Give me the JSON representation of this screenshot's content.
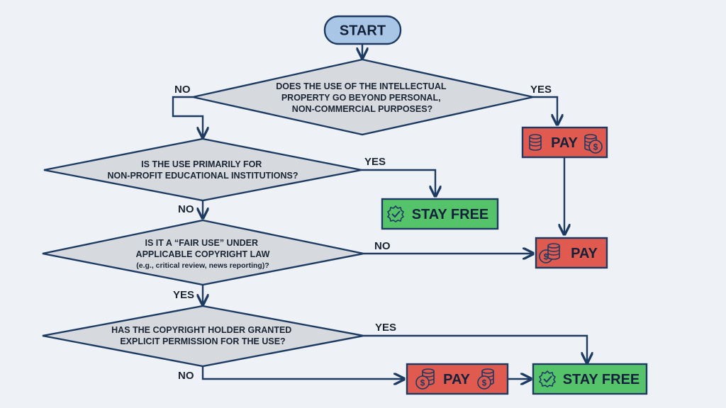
{
  "start": {
    "label": "START"
  },
  "questions": [
    {
      "lines": [
        "DOES THE USE OF THE INTELLECTUAL",
        "PROPERTY GO BEYOND PERSONAL,",
        "NON-COMMERCIAL PURPOSES?"
      ],
      "note": ""
    },
    {
      "lines": [
        "IS THE USE PRIMARILY FOR",
        "NON-PROFIT EDUCATIONAL INSTITUTIONS?"
      ],
      "note": ""
    },
    {
      "lines": [
        "IS IT A “FAIR USE” UNDER",
        "APPLICABLE COPYRIGHT LAW"
      ],
      "note": "(e.g., critical review, news reporting)?"
    },
    {
      "lines": [
        "HAS THE COPYRIGHT HOLDER GRANTED",
        "EXPLICIT PERMISSION FOR THE USE?"
      ],
      "note": ""
    }
  ],
  "edge_labels": {
    "q1_no": "NO",
    "q1_yes": "YES",
    "q2_yes": "YES",
    "q2_no": "NO",
    "q3_no": "NO",
    "q3_yes": "YES",
    "q4_yes": "YES",
    "q4_no": "NO"
  },
  "outcomes": {
    "pay_top": "PAY",
    "stay_free_mid": "STAY FREE",
    "pay_mid": "PAY",
    "pay_bottom": "PAY",
    "stay_free_bottom": "STAY FREE"
  },
  "colors": {
    "start_fill": "#a9c6e6",
    "pay_fill": "#e05a4f",
    "free_fill": "#55c36a",
    "diamond_fill": "#d6d9de",
    "line": "#1d3a63"
  },
  "icons": [
    "coin-stack-icon",
    "dollar-coin-icon",
    "check-badge-icon"
  ]
}
